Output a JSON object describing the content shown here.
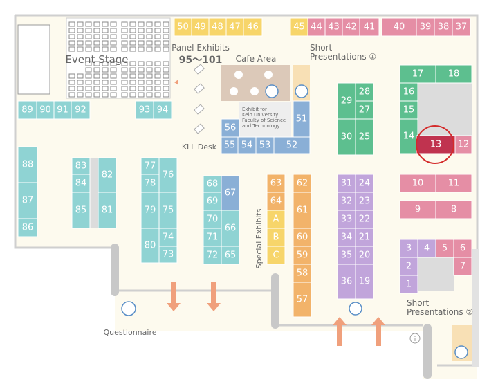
{
  "colors": {
    "floor": "#fdfaee",
    "teal": "#8fd3d3",
    "green": "#5dbf8f",
    "purple": "#c1a5db",
    "pink": "#e58ea5",
    "orange": "#f2b36a",
    "yellow": "#f7d56a",
    "blue": "#8aafd6",
    "blue_light": "#a9c4e0",
    "highlight": "#c0334f",
    "highlight_ring": "#d42b2b",
    "gray": "#dcdcdc",
    "cafe": "#dcc9b9",
    "special": "#fbe9a0",
    "pres": "#f8e0b5",
    "arrow": "#f0a07c",
    "label": "#666666"
  },
  "labels": {
    "event_stage": "Event Stage",
    "panel_exhibits": "Panel Exhibits",
    "panel_range": "95～101",
    "cafe_area": "Cafe Area",
    "short_pres_1": "Short",
    "short_pres_1b": "Presentations ①",
    "short_pres_2": "Short",
    "short_pres_2b": "Presentations ②",
    "kll_desk": "KLL Desk",
    "keio_exhibit_1": "Exhibit for",
    "keio_exhibit_2": "Keio University",
    "keio_exhibit_3": "Faculty of Science",
    "keio_exhibit_4": "and Technology",
    "special_exhibits": "Special Exhibits",
    "questionnaire": "Questionnaire"
  },
  "booths": [
    {
      "id": "50",
      "color": "yellow"
    },
    {
      "id": "49",
      "color": "yellow"
    },
    {
      "id": "48",
      "color": "yellow"
    },
    {
      "id": "47",
      "color": "yellow"
    },
    {
      "id": "46",
      "color": "yellow"
    },
    {
      "id": "45",
      "color": "yellow"
    },
    {
      "id": "44",
      "color": "pink"
    },
    {
      "id": "43",
      "color": "pink"
    },
    {
      "id": "42",
      "color": "pink"
    },
    {
      "id": "41",
      "color": "pink"
    },
    {
      "id": "40",
      "color": "pink"
    },
    {
      "id": "39",
      "color": "pink"
    },
    {
      "id": "38",
      "color": "pink"
    },
    {
      "id": "37",
      "color": "pink"
    },
    {
      "id": "89",
      "color": "teal"
    },
    {
      "id": "90",
      "color": "teal"
    },
    {
      "id": "91",
      "color": "teal"
    },
    {
      "id": "92",
      "color": "teal"
    },
    {
      "id": "93",
      "color": "teal"
    },
    {
      "id": "94",
      "color": "teal"
    },
    {
      "id": "88",
      "color": "teal"
    },
    {
      "id": "87",
      "color": "teal"
    },
    {
      "id": "86",
      "color": "teal"
    },
    {
      "id": "83",
      "color": "teal"
    },
    {
      "id": "84",
      "color": "teal"
    },
    {
      "id": "85",
      "color": "teal"
    },
    {
      "id": "82",
      "color": "teal"
    },
    {
      "id": "81",
      "color": "teal"
    },
    {
      "id": "77",
      "color": "teal"
    },
    {
      "id": "78",
      "color": "teal"
    },
    {
      "id": "79",
      "color": "teal"
    },
    {
      "id": "80",
      "color": "teal"
    },
    {
      "id": "76",
      "color": "teal"
    },
    {
      "id": "75",
      "color": "teal"
    },
    {
      "id": "74",
      "color": "teal"
    },
    {
      "id": "73",
      "color": "teal"
    },
    {
      "id": "68",
      "color": "teal"
    },
    {
      "id": "69",
      "color": "teal"
    },
    {
      "id": "70",
      "color": "teal"
    },
    {
      "id": "71",
      "color": "teal"
    },
    {
      "id": "72",
      "color": "teal"
    },
    {
      "id": "67",
      "color": "blue"
    },
    {
      "id": "66",
      "color": "teal"
    },
    {
      "id": "65",
      "color": "teal"
    },
    {
      "id": "56",
      "color": "blue"
    },
    {
      "id": "55",
      "color": "blue"
    },
    {
      "id": "54",
      "color": "blue"
    },
    {
      "id": "53",
      "color": "blue"
    },
    {
      "id": "52",
      "color": "blue"
    },
    {
      "id": "51",
      "color": "blue"
    },
    {
      "id": "63",
      "color": "orange"
    },
    {
      "id": "64",
      "color": "orange"
    },
    {
      "id": "A",
      "color": "yellow"
    },
    {
      "id": "B",
      "color": "yellow"
    },
    {
      "id": "C",
      "color": "yellow"
    },
    {
      "id": "62",
      "color": "orange"
    },
    {
      "id": "61",
      "color": "orange"
    },
    {
      "id": "60",
      "color": "orange"
    },
    {
      "id": "59",
      "color": "orange"
    },
    {
      "id": "58",
      "color": "orange"
    },
    {
      "id": "57",
      "color": "orange"
    },
    {
      "id": "29",
      "color": "green"
    },
    {
      "id": "28",
      "color": "green"
    },
    {
      "id": "27",
      "color": "green"
    },
    {
      "id": "30",
      "color": "green"
    },
    {
      "id": "25",
      "color": "green"
    },
    {
      "id": "31",
      "color": "purple"
    },
    {
      "id": "24",
      "color": "purple"
    },
    {
      "id": "32",
      "color": "purple"
    },
    {
      "id": "23",
      "color": "purple"
    },
    {
      "id": "33",
      "color": "purple"
    },
    {
      "id": "22",
      "color": "purple"
    },
    {
      "id": "34",
      "color": "purple"
    },
    {
      "id": "21",
      "color": "purple"
    },
    {
      "id": "35",
      "color": "purple"
    },
    {
      "id": "20",
      "color": "purple"
    },
    {
      "id": "36",
      "color": "purple"
    },
    {
      "id": "19",
      "color": "purple"
    },
    {
      "id": "17",
      "color": "green"
    },
    {
      "id": "18",
      "color": "green"
    },
    {
      "id": "16",
      "color": "green"
    },
    {
      "id": "15",
      "color": "green"
    },
    {
      "id": "14",
      "color": "green"
    },
    {
      "id": "13",
      "color": "highlight"
    },
    {
      "id": "12",
      "color": "pink"
    },
    {
      "id": "10",
      "color": "pink"
    },
    {
      "id": "11",
      "color": "pink"
    },
    {
      "id": "9",
      "color": "pink"
    },
    {
      "id": "8",
      "color": "pink"
    },
    {
      "id": "3",
      "color": "purple"
    },
    {
      "id": "4",
      "color": "purple"
    },
    {
      "id": "2",
      "color": "purple"
    },
    {
      "id": "1",
      "color": "purple"
    },
    {
      "id": "5",
      "color": "pink"
    },
    {
      "id": "6",
      "color": "pink"
    },
    {
      "id": "7",
      "color": "pink"
    }
  ],
  "highlighted_booth": "13"
}
